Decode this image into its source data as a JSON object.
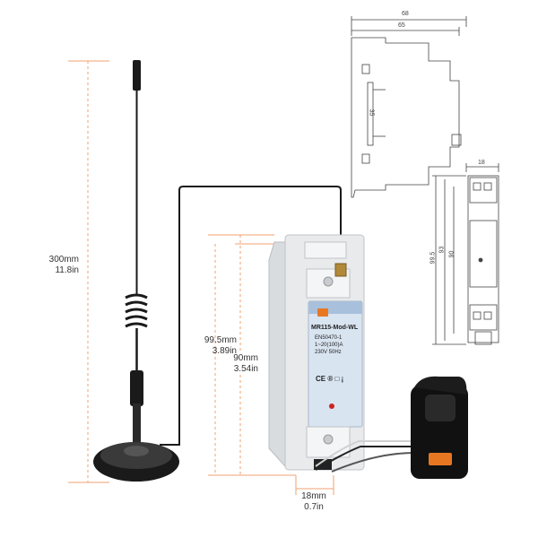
{
  "dimensions": {
    "antenna_height_mm": "300mm",
    "antenna_height_in": "11.8in",
    "cable_offset_mm": "99.5mm",
    "cable_offset_in": "3.89in",
    "meter_height_mm": "90mm",
    "meter_height_in": "3.54in",
    "meter_width_mm": "18mm",
    "meter_width_in": "0.7in"
  },
  "side_drawing": {
    "overall_width": "68",
    "body_width": "65",
    "rail_height": "35"
  },
  "front_drawing": {
    "width": "18",
    "height_overall": "99.5",
    "height_body": "93",
    "height_inner": "90"
  },
  "meter_label": {
    "model": "MR115-Mod-WL",
    "standard": "EN50470-1",
    "current": "1~20(100)A",
    "voltage_freq": "230V  50Hz",
    "cert_marks": "CE ® □ ¡"
  },
  "colors": {
    "dimension_line": "#f0a070",
    "meter_body": "#e8eaec",
    "label_panel": "#d8e4f0",
    "antenna": "#1a1a1a",
    "ct_clamp": "#111111",
    "brand_accent": "#e87722"
  }
}
